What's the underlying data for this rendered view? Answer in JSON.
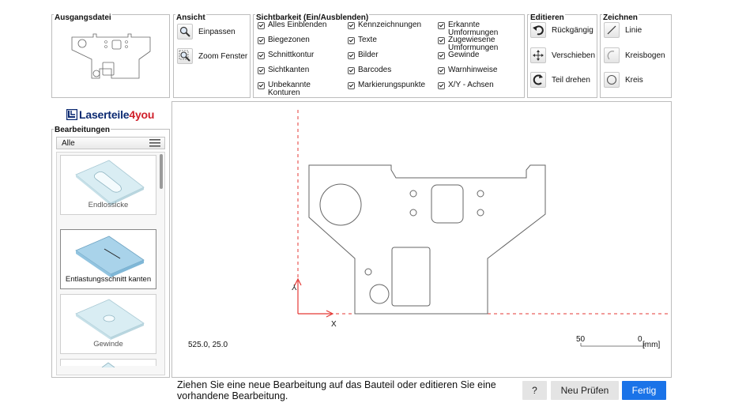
{
  "panels": {
    "source": {
      "title": "Ausgangsdatei"
    },
    "view": {
      "title": "Ansicht",
      "fit": "Einpassen",
      "zoom_window": "Zoom Fenster"
    },
    "visibility": {
      "title": "Sichtbarkeit (Ein/Ausblenden)",
      "col1": [
        "Alles Einblenden",
        "Biegezonen",
        "Schnittkontur",
        "Sichtkanten",
        "Unbekannte Konturen"
      ],
      "col2": [
        "Kennzeichnungen",
        "Texte",
        "Bilder",
        "Barcodes",
        "Markierungspunkte"
      ],
      "col3": [
        "Erkannte Umformungen",
        "Zugewiesene Umformungen",
        "Gewinde",
        "Warnhinweise",
        "X/Y - Achsen"
      ]
    },
    "edit": {
      "title": "Editieren",
      "undo": "Rückgängig",
      "move": "Verschieben",
      "rotate": "Teil drehen"
    },
    "draw": {
      "title": "Zeichnen",
      "line": "Linie",
      "arc": "Kreisbogen",
      "circle": "Kreis"
    }
  },
  "brand": {
    "logo_text": "Laserteile4you",
    "brand_dark": "#0c2a72",
    "brand_red": "#d0202b"
  },
  "sidebar": {
    "title": "Bearbeitungen",
    "filter": "Alle",
    "items": [
      "Endlossicke",
      "Entlastungsschnitt kanten",
      "Gewinde"
    ]
  },
  "canvas": {
    "axis_y": "Y",
    "axis_x": "X",
    "coords": "525.0, 25.0",
    "scale_50": "50",
    "scale_0": "0",
    "scale_unit": "[mm]"
  },
  "footer": {
    "message": "Ziehen Sie eine neue Bearbeitung auf das Bauteil oder editieren Sie eine vorhandene Bearbeitung.",
    "help": "?",
    "recheck": "Neu Prüfen",
    "done": "Fertig",
    "accent": "#1a73e8"
  }
}
